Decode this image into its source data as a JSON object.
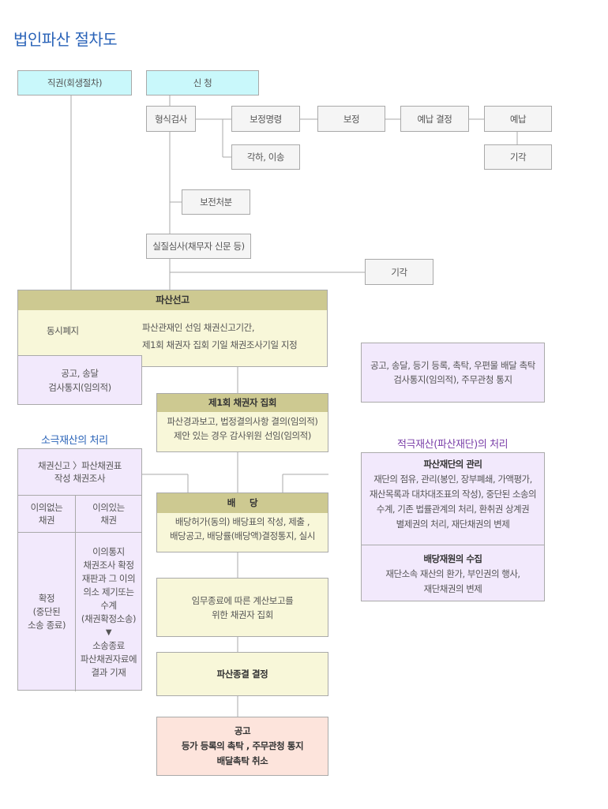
{
  "title": "법인파산 절차도",
  "top": {
    "jikgwon": "직권(회생절차)",
    "sincheong": "신 청",
    "hyeongsik": "형식검사",
    "bojeong_myeongryeong": "보정명령",
    "bojeong": "보정",
    "yenap_gyeoljeong": "예납 결정",
    "yenap": "예납",
    "gaka_iseong": "각하, 이송",
    "giga_right": "기각",
    "bojeon": "보전처분",
    "siljil": "실질심사(채무자 신문 등)",
    "giga_mid": "기각"
  },
  "declare": {
    "header": "파산선고",
    "dongsi": "동시폐지",
    "line1": "파산관재인 선임 채권신고기간,",
    "line2": "제1회 채권자 집회 기일  채권조사기일 지정",
    "notice1": "공고, 송달",
    "notice2": "검사통지(임의적)"
  },
  "right_notice": {
    "line1": "공고, 송달, 등기 등록, 촉탁, 우편물 배달 촉탁",
    "line2": "검사통지(임의적), 주무관청 통지"
  },
  "meeting1": {
    "header": "제1회 채권자 집회",
    "line1": "파산경과보고, 법정결의사항 결의(임의적)",
    "line2": "제안 있는 경우 감사위원 선임(임의적)"
  },
  "passive": {
    "heading": "소극재산의 처리",
    "top1": "채권신고 〉파산채권표",
    "top2": "작성 채권조사",
    "no_obj1": "이의없는",
    "no_obj2": "채권",
    "obj1": "이의있는",
    "obj2": "채권",
    "confirm": [
      "확정",
      "(중단된",
      "소송 종료)"
    ],
    "right_lines": [
      "이의통지",
      "채권조사 확정",
      "재판과 그 이의",
      "의소 제기또는",
      "수계",
      "(채권확정소송)",
      "▼",
      "소송종료",
      "파산채권자료에",
      "결과 기재"
    ]
  },
  "dividend": {
    "header": "배     당",
    "line1": "배당허가(동의) 배당표의 작성, 제출 ,",
    "line2": "배당공고, 배당률(배당액)결정통지, 실시"
  },
  "active": {
    "heading": "적극재산(파산재단)의 처리",
    "mgmt_title": "파산재단의 관리",
    "mgmt_lines": [
      "재단의 점유, 관리(봉인, 장부폐쇄, 가액평가,",
      "재산목록과 대차대조표의 작성), 중단된 소송의",
      "수계, 기존 법률관계의 처리, 환취권 상계권",
      "별제권의 처리, 재단채권의 변제"
    ],
    "collect_title": "배당재원의 수집",
    "collect_lines": [
      "재단소속 재산의 환가, 부인권의 행사,",
      "재단채권의 변제"
    ]
  },
  "final_meeting": {
    "line1": "임무종료에 따른 계산보고를",
    "line2": "위한 채권자 집회"
  },
  "termination": "파산종결 결정",
  "final": {
    "line1": "공고",
    "line2": "등가 등록의 촉탁 , 주무관청 통지",
    "line3": "배달촉탁 취소"
  },
  "colors": {
    "title": "#2a63b8",
    "cyan_box": "#c9f8fb",
    "header_olive": "#cdc991",
    "cream": "#f8f7d9",
    "lavender": "#f2e9fc",
    "pink": "#fde4dc",
    "purple_heading": "#7a3fa8"
  }
}
